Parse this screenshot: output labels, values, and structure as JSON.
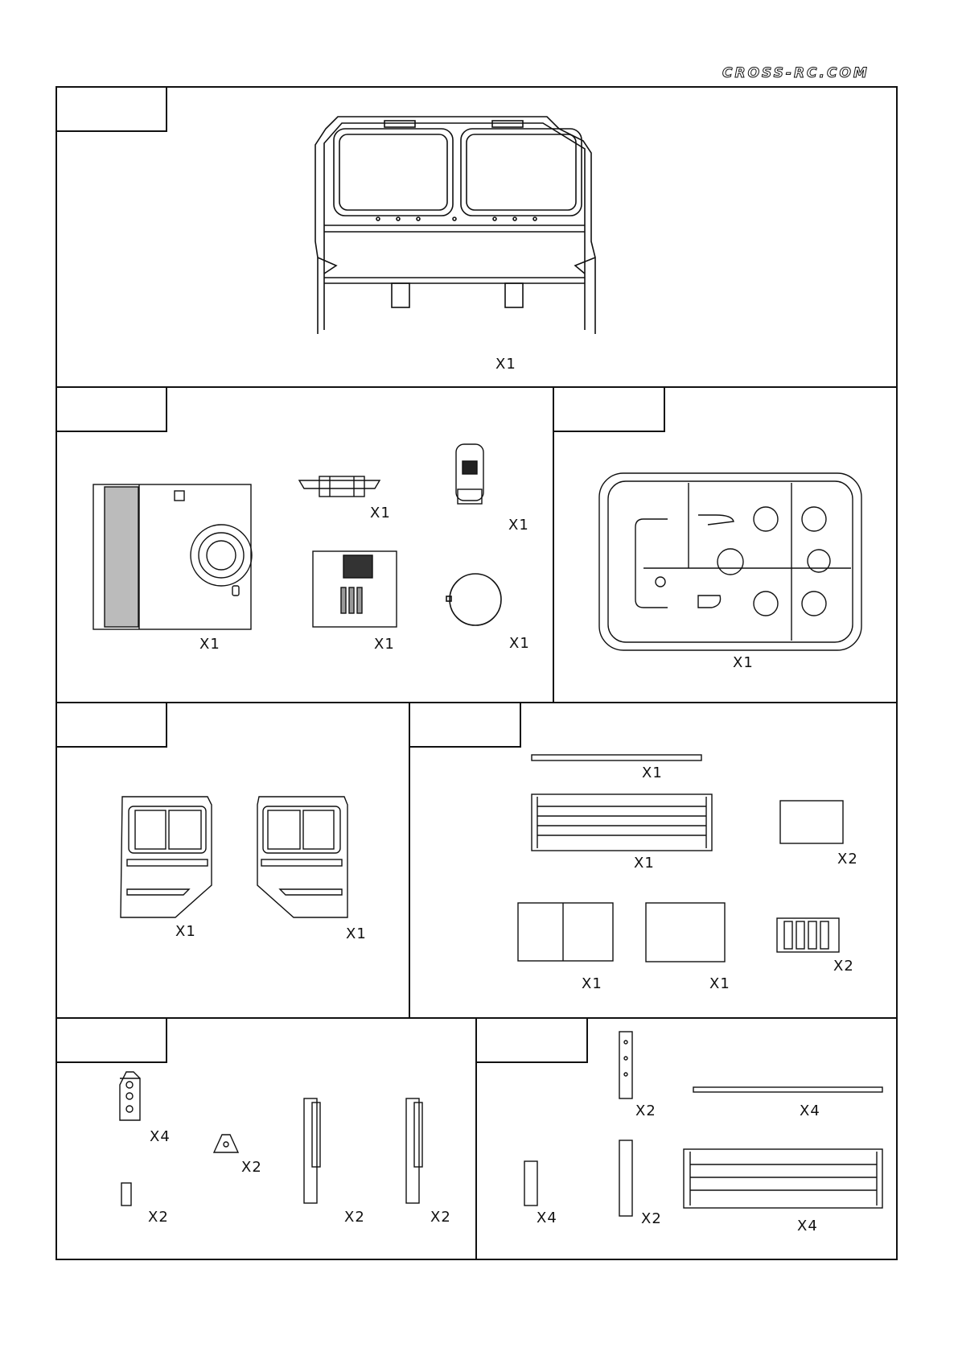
{
  "brand": {
    "text": "CROSS-RC.COM"
  },
  "parts": {
    "windshield": "X1",
    "cab_rear_panel": "X1",
    "bumper": "X1",
    "seat": "X1",
    "dash_panel": "X1",
    "ring": "X1",
    "sprue": "X1",
    "door_left": "X1",
    "door_right": "X1",
    "bed_rail": "X1",
    "bed_side": "X1",
    "bracket_plate": "X2",
    "tailgate": "X1",
    "flat_panel": "X1",
    "vent_grille": "X2",
    "hinge_plate": "X4",
    "tab": "X2",
    "clip": "X2",
    "arm_left": "X2",
    "arm_right": "X2",
    "strip_vertical": "X2",
    "long_rail": "X4",
    "small_strip": "X4",
    "strip_short": "X2",
    "side_panel": "X4"
  }
}
